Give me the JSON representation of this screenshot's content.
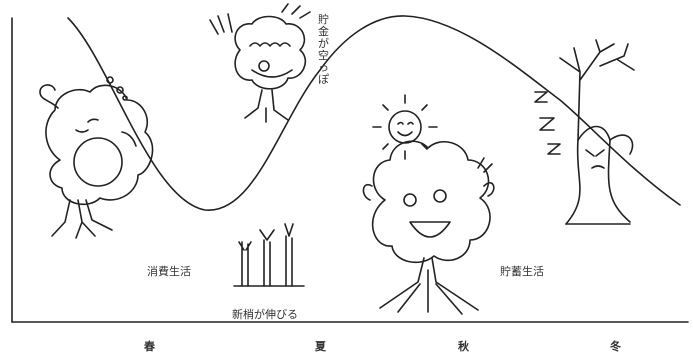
{
  "labels": {
    "savings_empty": "貯金が空っぽ",
    "consumption": "消費生活",
    "new_shoots": "新梢が伸びる",
    "storage": "貯蓄生活"
  },
  "seasons": [
    "春",
    "夏",
    "秋",
    "冬"
  ],
  "colors": {
    "ink": "#222222",
    "paper": "#ffffff"
  }
}
